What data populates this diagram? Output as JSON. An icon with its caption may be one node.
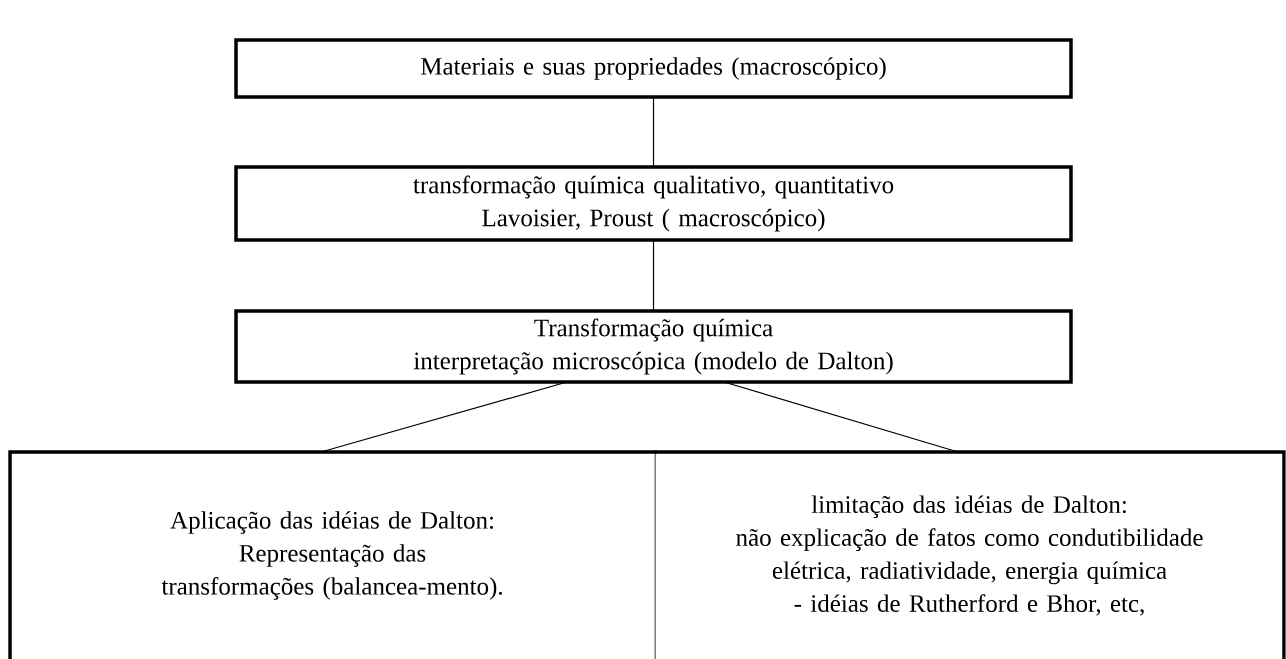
{
  "diagram": {
    "nodes": [
      {
        "text": [
          "Materiais e suas propriedades (macroscópico)"
        ]
      },
      {
        "text": [
          "transformação química qualitativo, quantitativo",
          "Lavoisier, Proust ( macroscópico)"
        ]
      },
      {
        "text": [
          "Transformação química",
          "interpretação microscópica (modelo de Dalton)"
        ]
      },
      {
        "text": [
          "Aplicação das idéias de Dalton:",
          "Representação das transformações (balancea-mento)."
        ]
      },
      {
        "text": [
          "limitação das idéias de Dalton:",
          "não explicação de fatos como condutibilidade elétrica, radiatividade, energia química",
          "- idéias de Rutherford e Bhor, etc,"
        ]
      }
    ],
    "edges": [
      {
        "from": 0,
        "to": 1,
        "arrow": "none"
      },
      {
        "from": 1,
        "to": 2,
        "arrow": "none"
      },
      {
        "from": 2,
        "to": 3,
        "arrow": "none"
      },
      {
        "from": 2,
        "to": 4,
        "arrow": "none"
      }
    ]
  }
}
